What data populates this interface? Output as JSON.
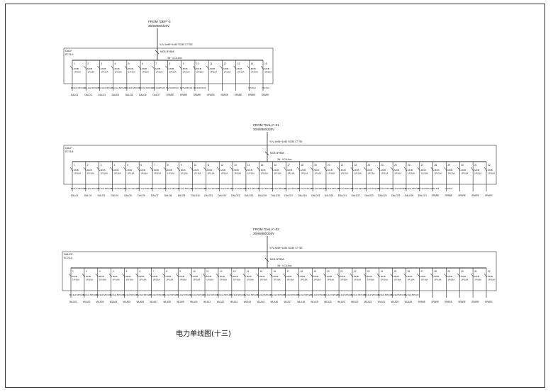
{
  "caption": "电力单线图(十三)",
  "panels": [
    {
      "source": "FROM \"DEP\"-3",
      "voltage": "3Φ4W380/220V",
      "incoming": "YJV-4x95+1x50 SC80 CT SE",
      "panel_name": "DALF",
      "panel_sub": "EC76-4",
      "main_breaker": "MCB 3P/80A",
      "busbar": "3N~ 4 CU-bus",
      "circuits": [
        {
          "no": "1",
          "breaker": "MCB 1P/16A",
          "cable": "BV-3x2.5/PC20",
          "dest": "DALO1"
        },
        {
          "no": "2",
          "breaker": "MCB 1P/16A",
          "cable": "BV-3x2.5/PC20",
          "dest": "DALO2"
        },
        {
          "no": "3",
          "breaker": "MCB 1P/16A",
          "cable": "BV-3x2.5/PC20",
          "dest": "DALO3"
        },
        {
          "no": "4",
          "breaker": "MCB 1P/16A",
          "cable": "BV-3x2.5/PC20",
          "dest": "DALO4"
        },
        {
          "no": "5",
          "breaker": "MCB 1P/16A",
          "cable": "BV-3x2.5/PC20",
          "dest": "DALO5"
        },
        {
          "no": "6",
          "breaker": "MCB 1P/16A",
          "cable": "BV-3x2.5/PC20",
          "dest": "DALO6"
        },
        {
          "no": "7",
          "breaker": "MCB 1P/20A",
          "cable": "BV-3x4/PC25",
          "dest": "DALO7"
        },
        {
          "no": "8",
          "breaker": "MCB 3P/32A",
          "cable": "BV-5x6/PC32",
          "dest": "SPARE"
        },
        {
          "no": "9",
          "breaker": "MCB 3P/32A",
          "cable": "BV-5x6/PC32",
          "dest": "SPARE"
        },
        {
          "no": "10",
          "breaker": "MCB 3P/32A",
          "cable": "BV-5x6/PC32",
          "dest": "SPARE"
        },
        {
          "no": "11",
          "breaker": "MCB 1P/16A",
          "cable": "",
          "dest": "SPARE"
        },
        {
          "no": "12",
          "breaker": "MCB 1P/16A",
          "cable": "",
          "dest": "SPARE"
        },
        {
          "no": "13",
          "breaker": "MCB 1P/16A",
          "cable": "",
          "dest": "SPARE"
        },
        {
          "no": "14",
          "breaker": "MCB 3P/20A",
          "cable": "YJV-5x4",
          "dest": "SPARE"
        },
        {
          "no": "15",
          "breaker": "MCB 3P/20A",
          "cable": "YJV-5x4",
          "dest": "SPARE"
        }
      ]
    },
    {
      "source": "FROM \"DALA\"-01",
      "voltage": "3Φ4W380/220V",
      "incoming": "YJV-4x95+1x50 SC80 CT SE",
      "panel_name": "DALF",
      "panel_sub": "EC76-4",
      "main_breaker": "MCB 3P/80A",
      "busbar": "3N~ 4 CU-bus",
      "circuits": [
        {
          "no": "1",
          "breaker": "MCB 1P/16A",
          "cable": "BV-3x2.5/PC20",
          "dest": "DALO1"
        },
        {
          "no": "2",
          "breaker": "MCB 1P/16A",
          "cable": "BV-3x2.5/PC20",
          "dest": "DALO2"
        },
        {
          "no": "3",
          "breaker": "MCB 1P/16A",
          "cable": "BV-3x2.5/PC20",
          "dest": "DALO3"
        },
        {
          "no": "4",
          "breaker": "MCB 1P/16A",
          "cable": "BV-3x2.5/PC20",
          "dest": "DALO4"
        },
        {
          "no": "5",
          "breaker": "MCB 1P/16A",
          "cable": "BV-3x2.5/PC20",
          "dest": "DALO5"
        },
        {
          "no": "6",
          "breaker": "MCB 1P/16A",
          "cable": "BV-3x2.5/PC20",
          "dest": "DALO6"
        },
        {
          "no": "7",
          "breaker": "MCB 1P/16A",
          "cable": "BV-3x2.5/PC20",
          "dest": "DALO7"
        },
        {
          "no": "8",
          "breaker": "MCB 1P/16A",
          "cable": "BV-3x2.5/PC20",
          "dest": "DALO8"
        },
        {
          "no": "9",
          "breaker": "MCB 1P/16A",
          "cable": "BV-3x2.5/PC20",
          "dest": "DALO9"
        },
        {
          "no": "10",
          "breaker": "MCB 1P/16A",
          "cable": "BV-3x2.5/PC20",
          "dest": "DALO10"
        },
        {
          "no": "11",
          "breaker": "MCB 1P/16A",
          "cable": "BV-3x2.5/PC20",
          "dest": "DALO11"
        },
        {
          "no": "12",
          "breaker": "MCB 1P/16A",
          "cable": "BV-3x2.5/PC20",
          "dest": "DALO12"
        },
        {
          "no": "13",
          "breaker": "MCB 1P/16A",
          "cable": "BV-3x2.5/PC20",
          "dest": "DALO13"
        },
        {
          "no": "14",
          "breaker": "MCB 1P/16A",
          "cable": "BV-3x2.5/PC20",
          "dest": "DALO14"
        },
        {
          "no": "15",
          "breaker": "MCB 1P/16A",
          "cable": "BV-3x2.5/PC20",
          "dest": "DALO15"
        },
        {
          "no": "16",
          "breaker": "MCB 1P/16A",
          "cable": "BV-3x2.5/PC20",
          "dest": "DALO16"
        },
        {
          "no": "17",
          "breaker": "MCB 1P/16A",
          "cable": "BV-3x2.5/PC20",
          "dest": "DALO17"
        },
        {
          "no": "18",
          "breaker": "MCB 1P/16A",
          "cable": "BV-3x2.5/PC20",
          "dest": "DALO18"
        },
        {
          "no": "19",
          "breaker": "MCB 1P/16A",
          "cable": "BV-3x2.5/PC20",
          "dest": "DALO19"
        },
        {
          "no": "20",
          "breaker": "MCB 1P/16A",
          "cable": "BV-3x2.5/PC20",
          "dest": "DALO20"
        },
        {
          "no": "21",
          "breaker": "MCB 1P/16A",
          "cable": "BV-3x2.5/PC20",
          "dest": "DALO21"
        },
        {
          "no": "22",
          "breaker": "MCB 1P/16A",
          "cable": "BV-3x2.5/PC20",
          "dest": "DALO22"
        },
        {
          "no": "23",
          "breaker": "MCB 1P/16A",
          "cable": "BV-3x2.5/PC20",
          "dest": "DALO23"
        },
        {
          "no": "24",
          "breaker": "MCB 1P/16A",
          "cable": "BV-3x2.5/PC20",
          "dest": "DALO24"
        },
        {
          "no": "25",
          "breaker": "MCB 1P/16A",
          "cable": "BV-3x2.5/PC20",
          "dest": "DALO25"
        },
        {
          "no": "26",
          "breaker": "MCB 1P/16A",
          "cable": "BV-3x2.5/PC20",
          "dest": "DALO26"
        },
        {
          "no": "27",
          "breaker": "MCB 1P/16A",
          "cable": "BV-3x2.5/PC20",
          "dest": "DALO27"
        },
        {
          "no": "28",
          "breaker": "MCB 3P/20A",
          "cable": "YJV-5x4",
          "dest": "SPARE"
        },
        {
          "no": "29",
          "breaker": "MCB 3P/20A",
          "cable": "YJV-5x4",
          "dest": "SPARE"
        },
        {
          "no": "30",
          "breaker": "MCB 1P/16A",
          "cable": "",
          "dest": "SPARE"
        },
        {
          "no": "31",
          "breaker": "MCB 1P/16A",
          "cable": "",
          "dest": "SPARE"
        },
        {
          "no": "32",
          "breaker": "MCB 1P/16A",
          "cable": "",
          "dest": "SPARE"
        }
      ]
    },
    {
      "source": "FROM \"DALA\"-02",
      "voltage": "3Φ4W380/220V",
      "incoming": "YJV-4x95+1x50 SC80 CT SE",
      "panel_name": "DALKF",
      "panel_sub": "EC76-4",
      "main_breaker": "MCB 3P/80A",
      "busbar": "3N~ 4 CU-bus",
      "circuits": [
        {
          "no": "1",
          "breaker": "MCB 1P/16A",
          "cable": "BV-3x2.5/PC20",
          "dest": "WLA01"
        },
        {
          "no": "2",
          "breaker": "MCB 1P/16A",
          "cable": "BV-3x2.5/PC20",
          "dest": "WLA02"
        },
        {
          "no": "3",
          "breaker": "MCB 1P/16A",
          "cable": "BV-3x2.5/PC20",
          "dest": "WLA03"
        },
        {
          "no": "4",
          "breaker": "MCB 1P/16A",
          "cable": "BV-3x2.5/PC20",
          "dest": "WLA04"
        },
        {
          "no": "5",
          "breaker": "MCB 1P/16A",
          "cable": "BV-3x2.5/PC20",
          "dest": "WLA05"
        },
        {
          "no": "6",
          "breaker": "MCB 1P/16A",
          "cable": "BV-3x2.5/PC20",
          "dest": "WLA06"
        },
        {
          "no": "7",
          "breaker": "MCB 1P/16A",
          "cable": "BV-3x2.5/PC20",
          "dest": "WLA07"
        },
        {
          "no": "8",
          "breaker": "MCB 1P/16A",
          "cable": "BV-3x2.5/PC20",
          "dest": "WLA08"
        },
        {
          "no": "9",
          "breaker": "MCB 1P/16A",
          "cable": "BV-3x2.5/PC20",
          "dest": "WLA09"
        },
        {
          "no": "10",
          "breaker": "MCB 1P/16A",
          "cable": "BV-3x2.5/PC20",
          "dest": "WLA10"
        },
        {
          "no": "11",
          "breaker": "MCB 1P/16A",
          "cable": "BV-3x2.5/PC20",
          "dest": "WLA11"
        },
        {
          "no": "12",
          "breaker": "MCB 1P/16A",
          "cable": "BV-3x2.5/PC20",
          "dest": "WLA12"
        },
        {
          "no": "13",
          "breaker": "MCB 1P/16A",
          "cable": "BV-3x2.5/PC20",
          "dest": "WLA13"
        },
        {
          "no": "14",
          "breaker": "MCB 1P/16A",
          "cable": "BV-3x2.5/PC20",
          "dest": "WLA14"
        },
        {
          "no": "15",
          "breaker": "MCB 1P/16A",
          "cable": "BV-3x2.5/PC20",
          "dest": "WLA15"
        },
        {
          "no": "16",
          "breaker": "MCB 1P/16A",
          "cable": "BV-3x2.5/PC20",
          "dest": "WLA16"
        },
        {
          "no": "17",
          "breaker": "MCB 1P/16A",
          "cable": "BV-3x2.5/PC20",
          "dest": "WLA17"
        },
        {
          "no": "18",
          "breaker": "MCB 1P/16A",
          "cable": "BV-3x2.5/PC20",
          "dest": "WLA18"
        },
        {
          "no": "19",
          "breaker": "MCB 1P/16A",
          "cable": "BV-3x2.5/PC20",
          "dest": "WLA19"
        },
        {
          "no": "20",
          "breaker": "MCB 1P/16A",
          "cable": "BV-3x2.5/PC20",
          "dest": "WLA20"
        },
        {
          "no": "21",
          "breaker": "MCB 1P/16A",
          "cable": "BV-3x2.5/PC20",
          "dest": "WLA21"
        },
        {
          "no": "22",
          "breaker": "MCB 1P/16A",
          "cable": "BV-3x2.5/PC20",
          "dest": "WLA22"
        },
        {
          "no": "23",
          "breaker": "MCB 1P/16A",
          "cable": "BV-3x2.5/PC20",
          "dest": "WLA23"
        },
        {
          "no": "24",
          "breaker": "MCB 1P/16A",
          "cable": "BV-3x2.5/PC20",
          "dest": "WLA24"
        },
        {
          "no": "25",
          "breaker": "MCB 1P/16A",
          "cable": "BV-3x2.5/PC20",
          "dest": "WLA25"
        },
        {
          "no": "26",
          "breaker": "MCB 1P/16A",
          "cable": "BV-3x2.5/PC20",
          "dest": "WLA26"
        },
        {
          "no": "27",
          "breaker": "MCB 1P/16A",
          "cable": "",
          "dest": "SPARE"
        },
        {
          "no": "28",
          "breaker": "MCB 1P/16A",
          "cable": "",
          "dest": "SPARE"
        },
        {
          "no": "29",
          "breaker": "MCB 1P/16A",
          "cable": "",
          "dest": "SPARE"
        },
        {
          "no": "30",
          "breaker": "MCB 1P/16A",
          "cable": "",
          "dest": "SPARE"
        },
        {
          "no": "31",
          "breaker": "MCB 1P/16A",
          "cable": "",
          "dest": "SPARE"
        },
        {
          "no": "32",
          "breaker": "MCB 1P/16A",
          "cable": "",
          "dest": "SPARE"
        }
      ]
    }
  ]
}
